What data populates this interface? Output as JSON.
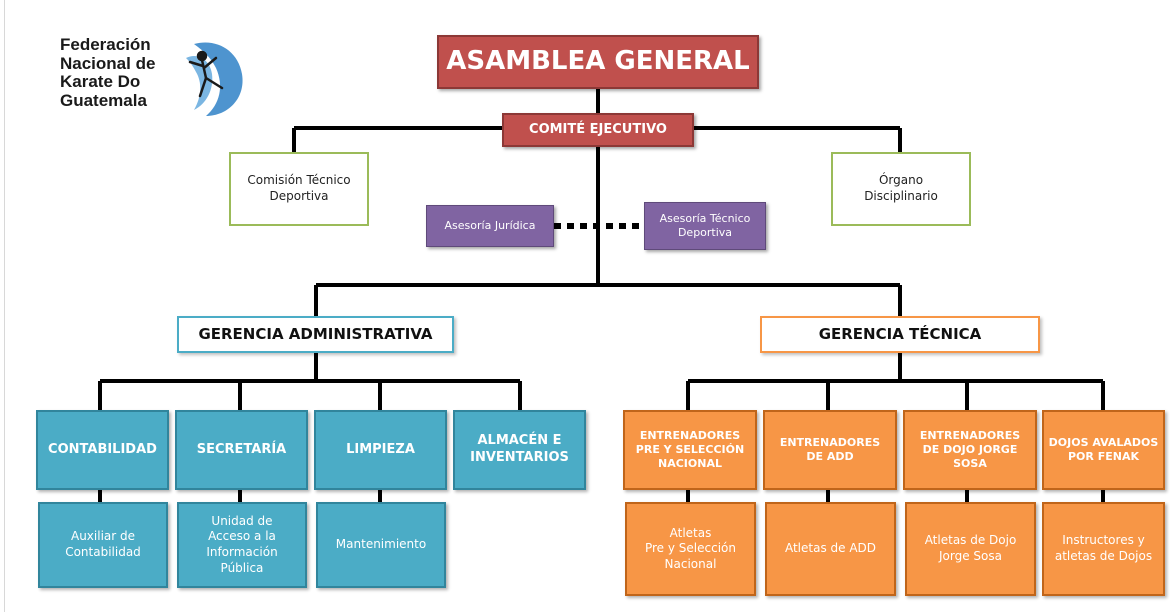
{
  "logo": {
    "lines": [
      "Federación",
      "Nacional de",
      "Karate Do",
      "Guatemala"
    ]
  },
  "colors": {
    "assembly": "#c0504d",
    "commission": "#9bbb59",
    "advisory": "#8064a2",
    "admin": "#4bacc6",
    "technical": "#f79646",
    "connector": "#000000"
  },
  "nodes": {
    "asamblea": "ASAMBLEA GENERAL",
    "comite": "COMITÉ EJECUTIVO",
    "comision": "Comisión Técnico\nDeportiva",
    "organo": "Órgano\nDisciplinario",
    "asesoria_juridica": "Asesoría Jurídica",
    "asesoria_tecnico": "Asesoría Técnico\nDeportiva",
    "gerencia_admin": "GERENCIA ADMINISTRATIVA",
    "gerencia_tecnica": "GERENCIA TÉCNICA"
  },
  "admin_units": [
    {
      "title": "CONTABILIDAD",
      "sub": "Auxiliar de\nContabilidad"
    },
    {
      "title": "SECRETARÍA",
      "sub": "Unidad de\nAcceso a la\nInformación\nPública"
    },
    {
      "title": "LIMPIEZA",
      "sub": "Mantenimiento"
    },
    {
      "title": "ALMACÉN E\nINVENTARIOS",
      "sub": null
    }
  ],
  "tech_units": [
    {
      "title": "ENTRENADORES\nPRE Y SELECCIÓN\nNACIONAL",
      "sub": "Atletas\nPre y Selección\nNacional"
    },
    {
      "title": "ENTRENADORES\nDE ADD",
      "sub": "Atletas de ADD"
    },
    {
      "title": "ENTRENADORES\nDE DOJO JORGE\nSOSA",
      "sub": "Atletas de Dojo\nJorge Sosa"
    },
    {
      "title": "DOJOS AVALADOS\nPOR FENAK",
      "sub": "Instructores y\natletas de Dojos"
    }
  ]
}
